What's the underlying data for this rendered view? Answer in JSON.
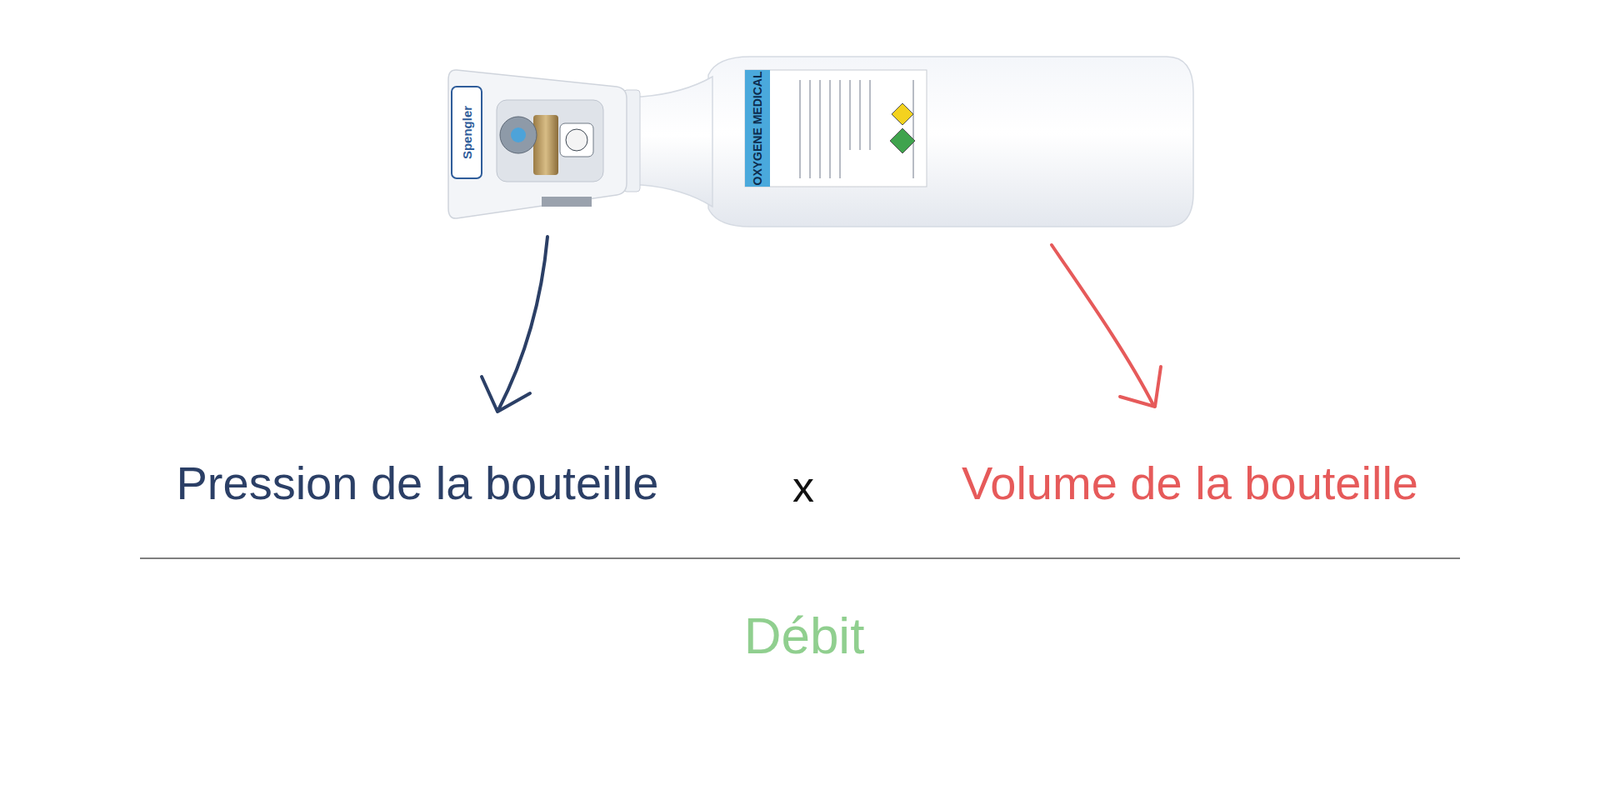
{
  "diagram": {
    "labels": [
      "Spengler",
      "OXYGENE MEDICAL",
      "Pression de la bouteille",
      "x",
      "Volume de la bouteille",
      "Débit"
    ]
  }
}
